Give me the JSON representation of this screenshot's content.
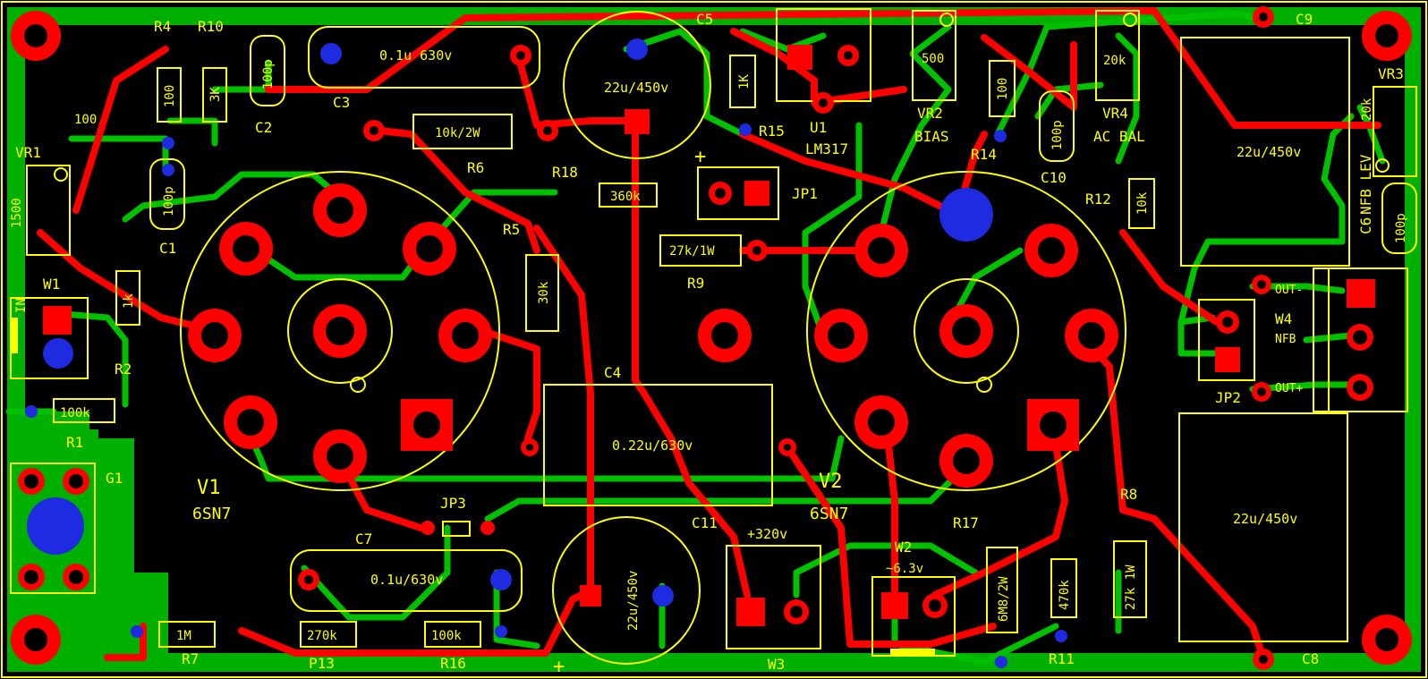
{
  "colors": {
    "background": "#000000",
    "ground_plane": "#00b000",
    "top_copper": "#ff0000",
    "bottom_copper": "#00c000",
    "silkscreen": "#ffff00",
    "vias": "#1f2be0"
  },
  "designators": {
    "R1": "R1",
    "R2": "R2",
    "R4": "R4",
    "R5": "R5",
    "R6": "R6",
    "R7": "R7",
    "R8": "R8",
    "R9": "R9",
    "R10": "R10",
    "R11": "R11",
    "R12": "R12",
    "P13": "P13",
    "R14": "R14",
    "R15": "R15",
    "R16": "R16",
    "R17": "R17",
    "R18": "R18",
    "C1": "C1",
    "C2": "C2",
    "C3": "C3",
    "C4": "C4",
    "C5": "C5",
    "C6": "C6",
    "C7": "C7",
    "C8": "C8",
    "C9": "C9",
    "C10": "C10",
    "C11": "C11",
    "VR1": "VR1",
    "VR2": "VR2",
    "VR3": "VR3",
    "VR4": "VR4",
    "W1": "W1",
    "W2": "W2",
    "W3": "W3",
    "W4": "W4",
    "JP1": "JP1",
    "JP2": "JP2",
    "JP3": "JP3",
    "U1": "U1",
    "G1": "G1",
    "V1": "V1",
    "V2": "V2"
  },
  "values": {
    "R4": "100",
    "R10": "3K",
    "C2": "100p",
    "C3": "0.1u 630v",
    "C5": "22u/450v",
    "R15": "1K",
    "U1": "LM317",
    "VR2": "500",
    "VR2_role": "BIAS",
    "R14": "100",
    "VR4": "20k",
    "VR4_role": "AC BAL",
    "C10": "100p",
    "C9": "22u/450v",
    "VR3": "20k",
    "VR3_role": "NFB LEV",
    "C6": "100p",
    "R12": "10k",
    "VR1": "1500",
    "VR1_extra": "100",
    "C1": "100p",
    "R2": "1k",
    "R1": "100k",
    "R6": "10k/2W",
    "R18": "360k",
    "R9": "27k/1W",
    "R5": "30k",
    "C4": "0.22u/630v",
    "V1": "6SN7",
    "V2": "6SN7",
    "C7": "0.1u/630v",
    "C11": "22u/450v",
    "R7": "1M",
    "P13": "270k",
    "R16": "100k",
    "W3": "+320v",
    "W2": "~6.3v",
    "R17": "6M8/2W",
    "R11": "470k",
    "R8": "27k 1W",
    "C8": "22u/450v",
    "JP1_plus": "+",
    "C11_plus": "+"
  },
  "connectors": {
    "W1_pin": "IN",
    "W4_pins": [
      "OUT-",
      "NFB",
      "OUT+"
    ]
  }
}
